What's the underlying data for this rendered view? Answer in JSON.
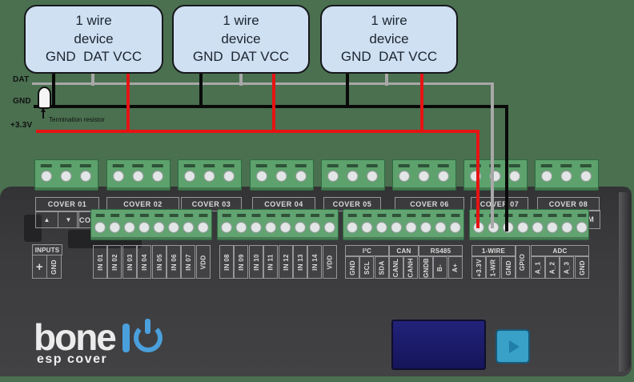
{
  "diagram": {
    "devices": [
      {
        "l1": "1 wire",
        "l2": "device",
        "l3": "GND  DAT VCC"
      },
      {
        "l1": "1 wire",
        "l2": "device",
        "l3": "GND  DAT VCC"
      },
      {
        "l1": "1 wire",
        "l2": "device",
        "l3": "GND  DAT VCC"
      }
    ],
    "bus": {
      "dat": "DAT",
      "gnd": "GND",
      "v33": "+3.3V",
      "termination": "Termination resistor"
    },
    "wire_colors": {
      "dat": "#a8a8a8",
      "gnd": "#0a0a0a",
      "v33": "#e51414"
    }
  },
  "board": {
    "covers": [
      "COVER 01",
      "COVER 02",
      "COVER 03",
      "COVER 04",
      "COVER 05",
      "COVER 06",
      "COVER 07",
      "COVER 08"
    ],
    "cover_controls": {
      "up": "▲",
      "down": "▼",
      "com": "COM"
    },
    "com_right": "COM",
    "inputs": {
      "header": "INPUTS",
      "plus": "+",
      "gnd": "GND"
    },
    "in_group1": [
      "IN 01",
      "IN 02",
      "IN 03",
      "IN 04",
      "IN 05",
      "IN 06",
      "IN 07",
      "VDD"
    ],
    "in_group2": [
      "IN 08",
      "IN 09",
      "IN 10",
      "IN 11",
      "IN 12",
      "IN 13",
      "IN 14",
      "VDD"
    ],
    "io_groups": {
      "i2c": {
        "header": "I²C",
        "pins": [
          "GND",
          "SCL",
          "SDA"
        ]
      },
      "can": {
        "header": "CAN",
        "pins": [
          "CANL",
          "CANH"
        ]
      },
      "rs485": {
        "header": "RS485",
        "pins": [
          "GNDB",
          "B-",
          "A+"
        ]
      },
      "onewire": {
        "header": "1-WIRE",
        "pins": [
          "+3.3V",
          "1-WR",
          "GND"
        ]
      },
      "gpio": "GPIO",
      "adc": {
        "header": "ADC",
        "pins": [
          "A_1",
          "A_2",
          "A_3",
          "GND"
        ]
      }
    },
    "logo": {
      "brand": "bone",
      "model": "esp cover"
    },
    "colors": {
      "background_green": "#4a7050",
      "board_gray": "#3b3b3d",
      "terminal_green": "#61a471",
      "accent_blue": "#4aa0dc",
      "button_blue": "#39a0c8",
      "display_navy": "#1b1b66",
      "device_box_blue": "#cfe0f2"
    }
  }
}
